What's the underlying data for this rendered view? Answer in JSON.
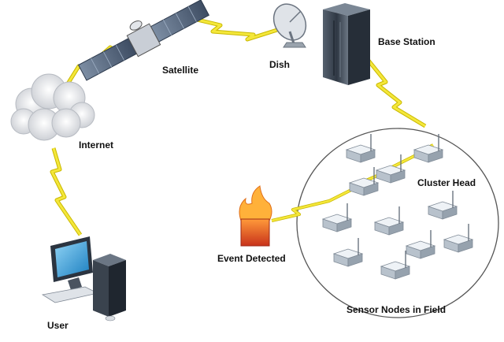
{
  "labels": {
    "satellite": "Satellite",
    "dish": "Dish",
    "base_station": "Base Station",
    "internet": "Internet",
    "cluster_head": "Cluster Head",
    "event_detected": "Event Detected",
    "user": "User",
    "sensor_nodes": "Sensor Nodes in Field"
  },
  "colors": {
    "link": "#f2e21e",
    "link_edge": "#c9b800",
    "field_border": "#555555",
    "server": "#3c4652",
    "screen": "#3ea7de",
    "flame": "#ff8a1c",
    "fire_box": "#e0542a"
  }
}
